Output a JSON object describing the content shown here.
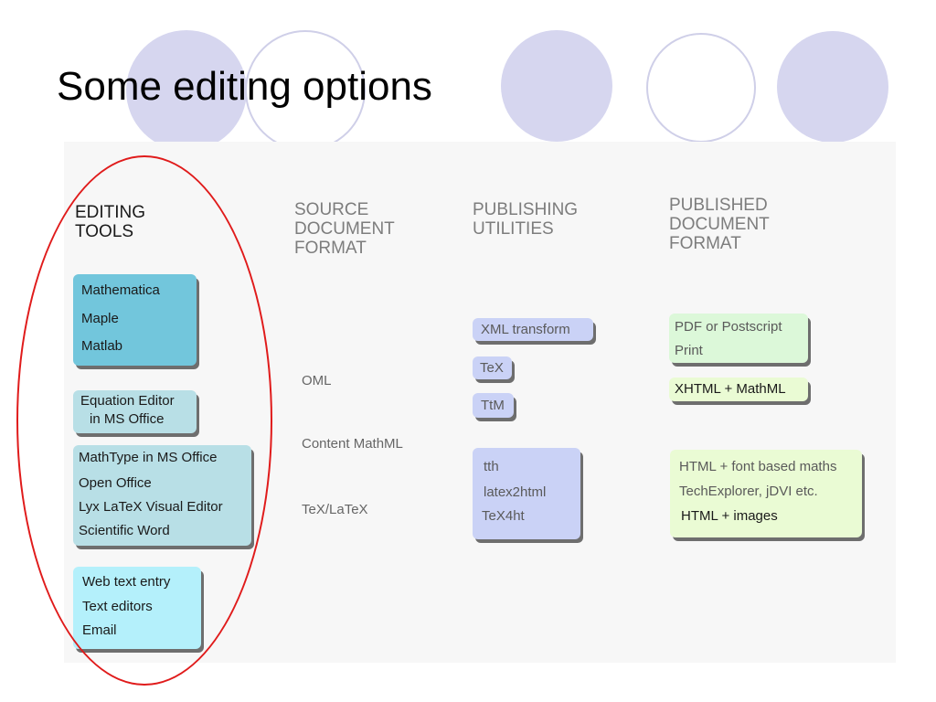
{
  "slide": {
    "title": "Some editing options"
  },
  "headers": {
    "editing_tools": [
      "EDITING",
      "TOOLS"
    ],
    "source_format": [
      "SOURCE",
      "DOCUMENT",
      "FORMAT"
    ],
    "publishing_utilities": [
      "PUBLISHING",
      "UTILITIES"
    ],
    "published_format": [
      "PUBLISHED",
      "DOCUMENT",
      "FORMAT"
    ]
  },
  "editing_tools": [
    {
      "items": [
        "Mathematica",
        "Maple",
        "Matlab"
      ],
      "color": "#72c6dc"
    },
    {
      "items": [
        "Equation Editor",
        "in MS Office"
      ],
      "color": "#b8dfe6"
    },
    {
      "items": [
        "MathType in MS Office",
        "Open Office",
        "Lyx LaTeX Visual Editor",
        "Scientific Word"
      ],
      "color": "#b8dfe6"
    },
    {
      "items": [
        "Web text entry",
        "Text editors",
        "Email"
      ],
      "color": "#b4f0fb"
    }
  ],
  "source_formats": [
    "OML",
    "Content MathML",
    "TeX/LaTeX"
  ],
  "publishing_utilities": [
    {
      "items": [
        "XML transform"
      ],
      "color": "#cad2f6"
    },
    {
      "items": [
        "TeX"
      ],
      "color": "#cad2f6"
    },
    {
      "items": [
        "TtM"
      ],
      "color": "#cad2f6"
    },
    {
      "items": [
        "tth",
        "latex2html",
        "TeX4ht"
      ],
      "color": "#cad2f6"
    }
  ],
  "published_formats": [
    {
      "items": [
        "PDF or Postscript",
        "Print"
      ],
      "color": "#dcf8d9"
    },
    {
      "items": [
        "XHTML + MathML"
      ],
      "color": "#eafbd4"
    },
    {
      "items": [
        "HTML + font based maths",
        "TechExplorer, jDVI etc.",
        "HTML + images"
      ],
      "color": "#eafbd4"
    }
  ],
  "colors": {
    "deco_circle_fill": "#d6d6ef",
    "deco_circle_stroke": "#cfcfe8",
    "highlight_oval": "#e01b1b"
  }
}
